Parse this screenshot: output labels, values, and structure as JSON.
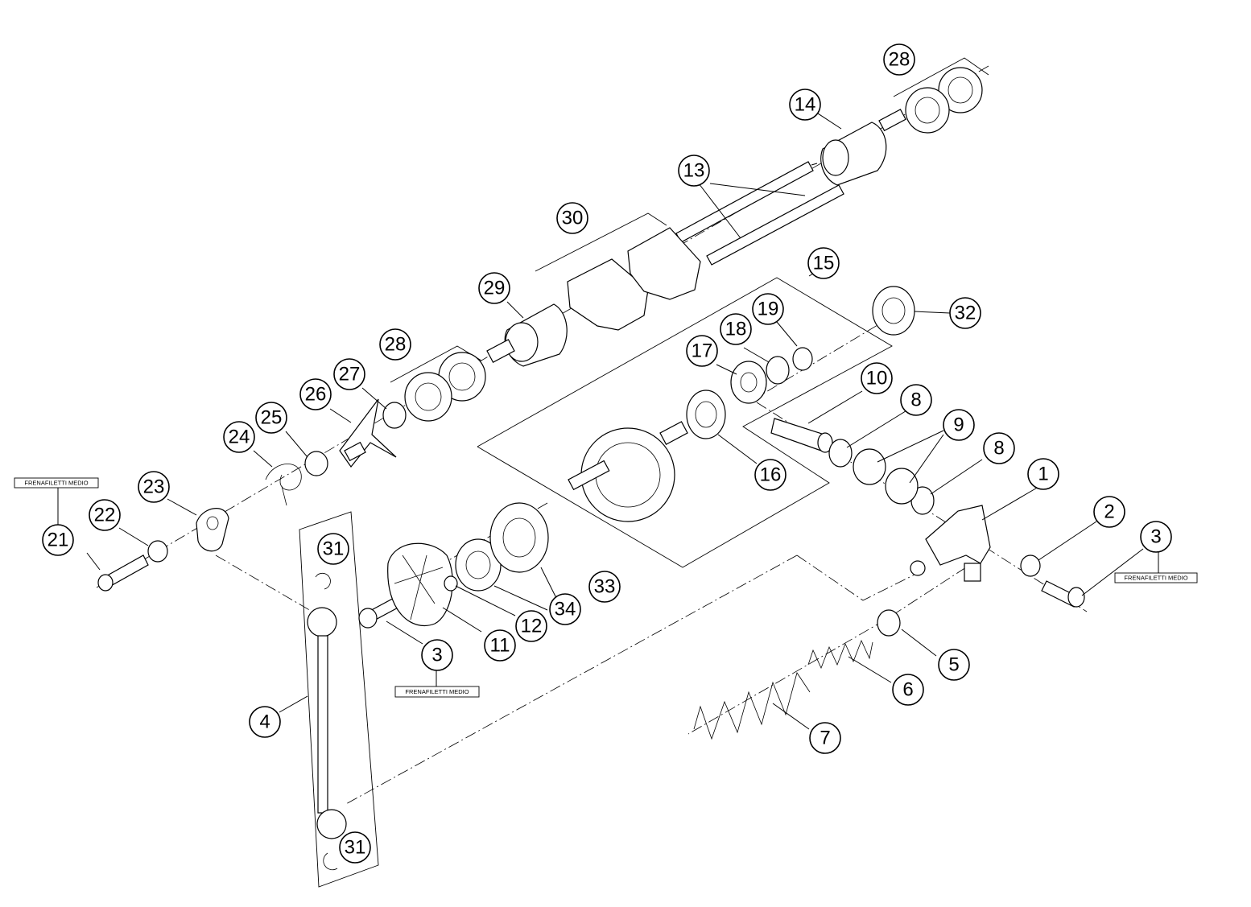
{
  "diagram": {
    "callouts": [
      "1",
      "2",
      "3",
      "3",
      "4",
      "5",
      "6",
      "7",
      "8",
      "8",
      "9",
      "10",
      "11",
      "12",
      "13",
      "14",
      "15",
      "16",
      "17",
      "18",
      "19",
      "21",
      "22",
      "23",
      "24",
      "25",
      "26",
      "27",
      "28",
      "28",
      "29",
      "30",
      "31",
      "31",
      "32",
      "33",
      "34"
    ],
    "notes": [
      "FRENAFILETTI MEDIO",
      "FRENAFILETTI MEDIO",
      "FRENAFILETTI MEDIO"
    ]
  }
}
